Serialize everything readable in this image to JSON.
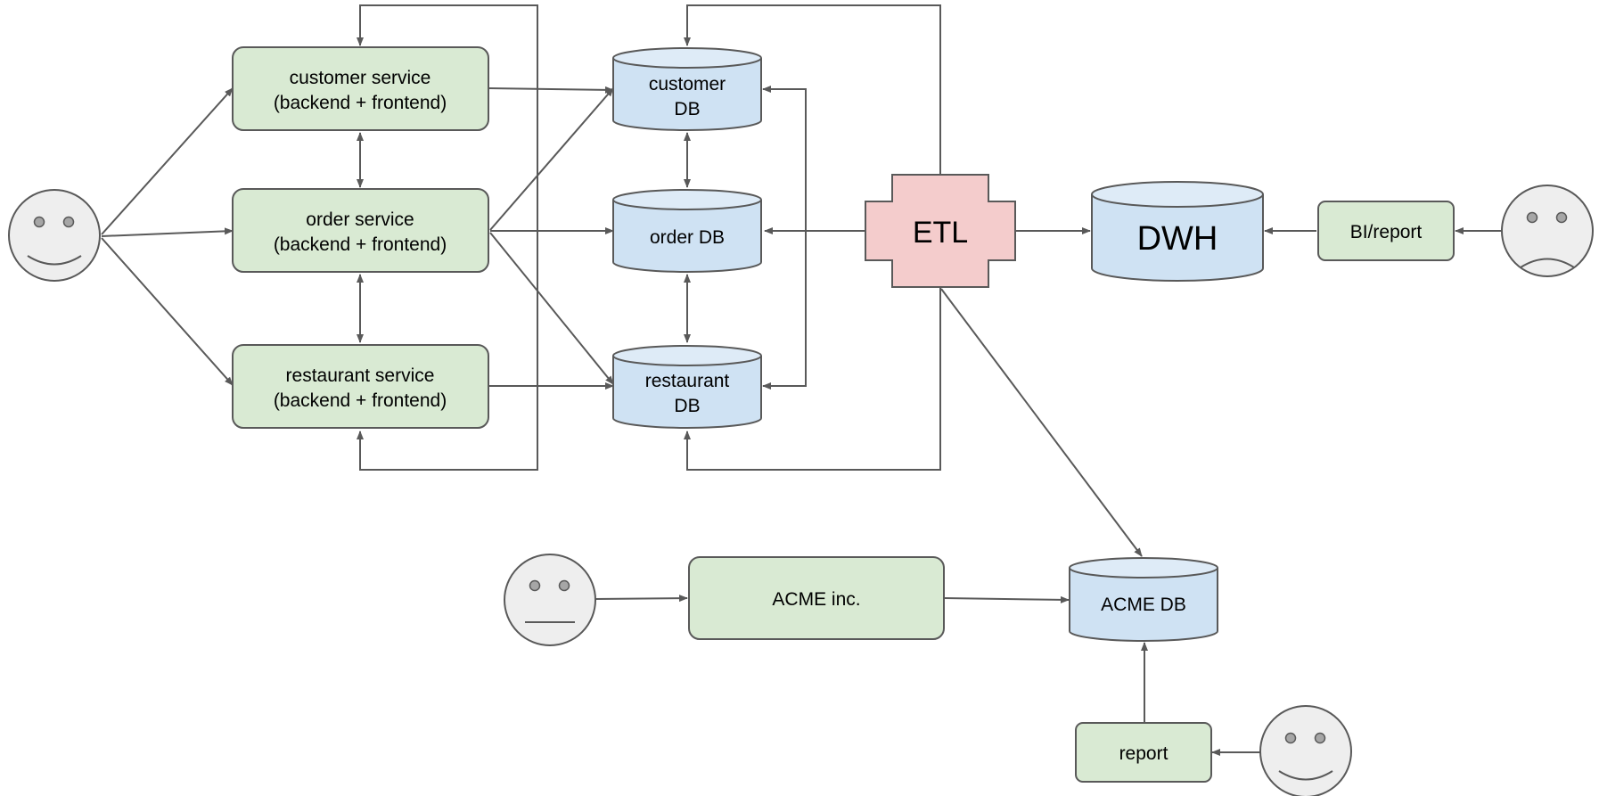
{
  "diagram": {
    "colors": {
      "service_fill": "#d9ead3",
      "db_fill": "#cfe2f3",
      "db_top_fill": "#deebf7",
      "etl_fill": "#f4cccc",
      "person_fill": "#eeeeee",
      "stroke": "#595959"
    },
    "services": {
      "customer": {
        "line1": "customer service",
        "line2": "(backend + frontend)"
      },
      "order": {
        "line1": "order service",
        "line2": "(backend + frontend)"
      },
      "restaurant": {
        "line1": "restaurant service",
        "line2": "(backend + frontend)"
      }
    },
    "databases": {
      "customer": {
        "line1": "customer",
        "line2": "DB"
      },
      "order": {
        "label": "order DB"
      },
      "restaurant": {
        "line1": "restaurant",
        "line2": "DB"
      },
      "dwh": {
        "label": "DWH"
      },
      "acme": {
        "label": "ACME DB"
      }
    },
    "etl": {
      "label": "ETL"
    },
    "bi_report": {
      "label": "BI/report"
    },
    "acme_inc": {
      "label": "ACME inc."
    },
    "report": {
      "label": "report"
    },
    "people": {
      "left_user": "happy-face-icon",
      "analyst": "sad-face-icon",
      "acme_user": "neutral-face-icon",
      "report_user": "happy-face-icon"
    }
  }
}
